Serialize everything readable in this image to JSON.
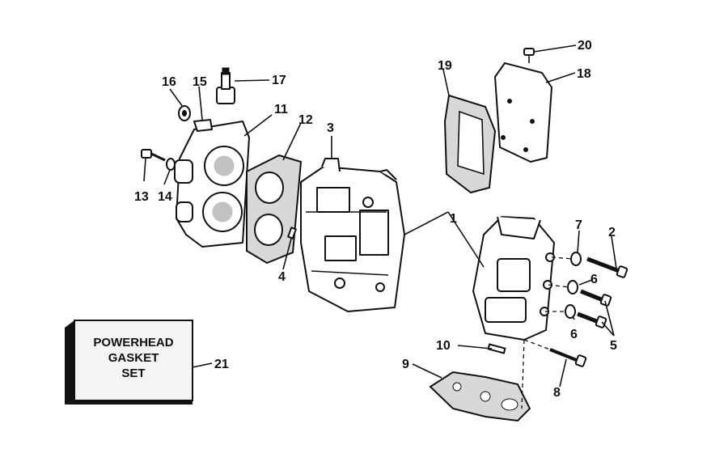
{
  "callouts": {
    "c1": "1",
    "c2": "2",
    "c3": "3",
    "c4": "4",
    "c5": "5",
    "c6a": "6",
    "c6b": "6",
    "c7": "7",
    "c8": "8",
    "c9": "9",
    "c10": "10",
    "c11": "11",
    "c12": "12",
    "c13": "13",
    "c14": "14",
    "c15": "15",
    "c16": "16",
    "c17": "17",
    "c18": "18",
    "c19": "19",
    "c20": "20",
    "c21": "21"
  },
  "kit_box": {
    "line1": "POWERHEAD",
    "line2": "GASKET",
    "line3": "SET"
  }
}
